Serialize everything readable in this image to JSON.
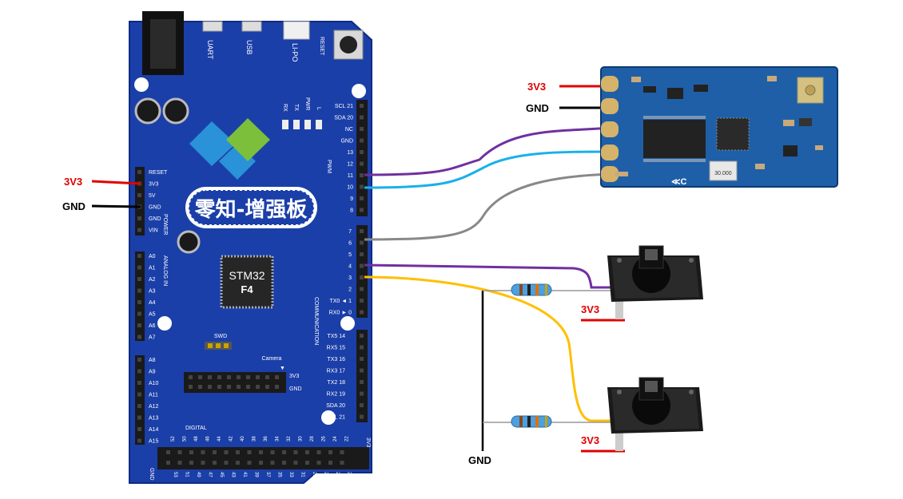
{
  "board": {
    "ports": {
      "uart": "UART",
      "usb": "USB",
      "lipo": "LI-PO",
      "reset": "RESET"
    },
    "leds": [
      "RX",
      "TX",
      "PWR",
      "L"
    ],
    "logo_text": "零知-增强板",
    "chip_line1": "STM32",
    "chip_line2": "F4",
    "swd": "SWD",
    "camera": "Camera",
    "cam_3v3": "3V3",
    "cam_gnd": "GND",
    "power_group": "POWER",
    "power_pins": [
      "RESET",
      "3V3",
      "5V",
      "GND",
      "GND",
      "VIN"
    ],
    "analog_group": "ANALOG IN",
    "analog_pins": [
      "A0",
      "A1",
      "A2",
      "A3",
      "A4",
      "A5",
      "A6",
      "A7"
    ],
    "analog_pins2": [
      "A8",
      "A9",
      "A10",
      "A11",
      "A12",
      "A13",
      "A14",
      "A15"
    ],
    "pwm_group": "PWM",
    "top_right_pins": [
      "SCL 21",
      "SDA 20",
      "NC",
      "GND",
      "13",
      "12",
      "11",
      "10",
      "9",
      "8"
    ],
    "mid_right_pins": [
      "7",
      "6",
      "5",
      "4",
      "3",
      "2",
      "TX0 ◄ 1",
      "RX0 ► 0"
    ],
    "comm_group": "COMMUNICATION",
    "comm_pins": [
      "TX5 14",
      "RX5 15",
      "TX3 16",
      "RX3 17",
      "TX2 18",
      "RX2 19",
      "SDA 20",
      "SCL 21"
    ],
    "digital_group": "DIGITAL",
    "digital_numbers": [
      "52",
      "50",
      "48",
      "46",
      "44",
      "42",
      "40",
      "38",
      "36",
      "34",
      "32",
      "30",
      "28",
      "26",
      "24",
      "22"
    ],
    "digital_numbers2": [
      "53",
      "51",
      "49",
      "47",
      "45",
      "43",
      "41",
      "39",
      "37",
      "35",
      "33",
      "31",
      "29",
      "27",
      "25",
      "23"
    ],
    "digital_gnd": "GND",
    "digital_3v3": "3V3"
  },
  "wire_labels": {
    "board_3v3": "3V3",
    "board_gnd": "GND",
    "module_3v3": "3V3",
    "module_gnd": "GND",
    "button1_3v3": "3V3",
    "button2_3v3": "3V3",
    "resistor_gnd": "GND"
  },
  "module": {
    "crystal_text": "30.000"
  },
  "colors": {
    "board": "#1b3fa8",
    "wire_purple": "#7030a0",
    "wire_cyan": "#1ab0e8",
    "wire_gray": "#888888",
    "wire_yellow": "#ffbf00",
    "wire_red": "#e00000",
    "wire_black": "#000000"
  }
}
